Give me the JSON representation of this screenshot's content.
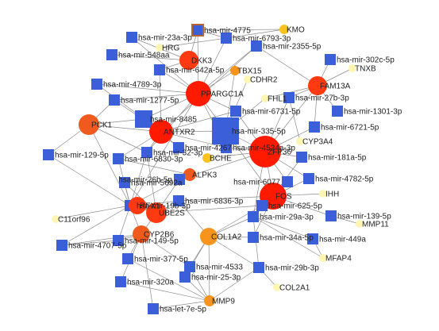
{
  "colors": {
    "mirna": "#3a5fd9",
    "gene_strong": "#ff1a00",
    "gene_high": "#ff3a10",
    "gene_mid": "#f05a1e",
    "gene_low": "#f7941d",
    "gene_lowest": "#f8c21f",
    "gene_pale": "#fff6b3",
    "edge": "#8c8c8c",
    "selected_outline": "#b5632f"
  },
  "nodes": [
    {
      "id": "hsa-mir-4775",
      "type": "mirna"
    },
    {
      "id": "hsa-mir-23a-3p",
      "type": "mirna"
    },
    {
      "id": "HRG",
      "type": "gene",
      "level": "pale"
    },
    {
      "id": "KMO",
      "type": "gene",
      "level": "lowest"
    },
    {
      "id": "hsa-mir-6793-3p",
      "type": "mirna"
    },
    {
      "id": "hsa-mir-2355-5p",
      "type": "mirna"
    },
    {
      "id": "hsa-mir-548aa",
      "type": "mirna"
    },
    {
      "id": "DKK3",
      "type": "gene",
      "level": "high"
    },
    {
      "id": "hsa-mir-642a-5p",
      "type": "mirna"
    },
    {
      "id": "hsa-mir-302c-5p",
      "type": "mirna"
    },
    {
      "id": "TNXB",
      "type": "gene",
      "level": "pale"
    },
    {
      "id": "TBX15",
      "type": "gene",
      "level": "low"
    },
    {
      "id": "CDHR2",
      "type": "gene",
      "level": "pale"
    },
    {
      "id": "hsa-mir-4789-3p",
      "type": "mirna"
    },
    {
      "id": "PPARGC1A",
      "type": "gene",
      "level": "strong"
    },
    {
      "id": "FAM13A",
      "type": "gene",
      "level": "high"
    },
    {
      "id": "hsa-mir-1277-5p",
      "type": "mirna"
    },
    {
      "id": "FHL1",
      "type": "gene",
      "level": "pale"
    },
    {
      "id": "hsa-mir-27b-3p",
      "type": "mirna"
    },
    {
      "id": "hsa-mir-1301-3p",
      "type": "mirna"
    },
    {
      "id": "hsa-mir-8485",
      "type": "mirna"
    },
    {
      "id": "hsa-mir-6731-5p",
      "type": "mirna"
    },
    {
      "id": "PCK1",
      "type": "gene",
      "level": "mid"
    },
    {
      "id": "ANTXR2",
      "type": "gene",
      "level": "strong"
    },
    {
      "id": "hsa-mir-335-5p",
      "type": "mirna"
    },
    {
      "id": "hsa-mir-6721-5p",
      "type": "mirna"
    },
    {
      "id": "CYP3A4",
      "type": "gene",
      "level": "pale"
    },
    {
      "id": "hsa-mir-4524a-3p",
      "type": "mirna"
    },
    {
      "id": "hsa-mir-4267",
      "type": "mirna"
    },
    {
      "id": "ZFP36",
      "type": "gene",
      "level": "strong"
    },
    {
      "id": "hsa-mir-129-5p",
      "type": "mirna"
    },
    {
      "id": "hsa-mir-32-3p",
      "type": "mirna"
    },
    {
      "id": "hsa-mir-6830-3p",
      "type": "mirna"
    },
    {
      "id": "BCHE",
      "type": "gene",
      "level": "lowest"
    },
    {
      "id": "hsa-mir-181a-5p",
      "type": "mirna"
    },
    {
      "id": "ALPK3",
      "type": "gene",
      "level": "mid"
    },
    {
      "id": "hsa-mir-26b-5p",
      "type": "mirna"
    },
    {
      "id": "hsa-mir-5692a",
      "type": "mirna"
    },
    {
      "id": "hsa-mir-6077",
      "type": "mirna"
    },
    {
      "id": "hsa-mir-4782-5p",
      "type": "mirna"
    },
    {
      "id": "IHH",
      "type": "gene",
      "level": "pale"
    },
    {
      "id": "FOS",
      "type": "gene",
      "level": "strong"
    },
    {
      "id": "hsa-mir-19b-3p",
      "type": "mirna"
    },
    {
      "id": "RFX1",
      "type": "gene",
      "level": "high"
    },
    {
      "id": "hsa-mir-6836-3p",
      "type": "mirna"
    },
    {
      "id": "UBE2S",
      "type": "gene",
      "level": "high"
    },
    {
      "id": "hsa-mir-625-5p",
      "type": "mirna"
    },
    {
      "id": "C11orf96",
      "type": "gene",
      "level": "pale"
    },
    {
      "id": "hsa-mir-29a-3p",
      "type": "mirna"
    },
    {
      "id": "hsa-mir-139-5p",
      "type": "mirna"
    },
    {
      "id": "MMP11",
      "type": "gene",
      "level": "pale"
    },
    {
      "id": "CYP2B6",
      "type": "gene",
      "level": "mid"
    },
    {
      "id": "COL1A2",
      "type": "gene",
      "level": "low"
    },
    {
      "id": "hsa-mir-149-5p",
      "type": "mirna"
    },
    {
      "id": "hsa-mir-4707-5p",
      "type": "mirna"
    },
    {
      "id": "hsa-mir-34a-5p",
      "type": "mirna"
    },
    {
      "id": "hsa-mir-449a",
      "type": "mirna"
    },
    {
      "id": "hsa-mir-377-5p",
      "type": "mirna"
    },
    {
      "id": "hsa-mir-4533",
      "type": "mirna"
    },
    {
      "id": "MFAP4",
      "type": "gene",
      "level": "pale"
    },
    {
      "id": "hsa-mir-29b-3p",
      "type": "mirna"
    },
    {
      "id": "hsa-mir-25-3p",
      "type": "mirna"
    },
    {
      "id": "hsa-mir-320a",
      "type": "mirna"
    },
    {
      "id": "COL2A1",
      "type": "gene",
      "level": "pale"
    },
    {
      "id": "MMP9",
      "type": "gene",
      "level": "low"
    },
    {
      "id": "hsa-let-7e-5p",
      "type": "mirna"
    }
  ],
  "edges": [
    [
      "hsa-mir-4775",
      "PPARGC1A"
    ],
    [
      "hsa-mir-4775",
      "KMO"
    ],
    [
      "hsa-mir-4775",
      "hsa-mir-6793-3p"
    ],
    [
      "hsa-mir-4775",
      "DKK3"
    ],
    [
      "hsa-mir-23a-3p",
      "PPARGC1A"
    ],
    [
      "hsa-mir-23a-3p",
      "DKK3"
    ],
    [
      "hsa-mir-548aa",
      "DKK3"
    ],
    [
      "HRG",
      "hsa-mir-6793-3p"
    ],
    [
      "KMO",
      "hsa-mir-6793-3p"
    ],
    [
      "hsa-mir-6793-3p",
      "PPARGC1A"
    ],
    [
      "hsa-mir-2355-5p",
      "PPARGC1A"
    ],
    [
      "hsa-mir-2355-5p",
      "FAM13A"
    ],
    [
      "hsa-mir-2355-5p",
      "ANTXR2"
    ],
    [
      "hsa-mir-642a-5p",
      "PPARGC1A"
    ],
    [
      "hsa-mir-642a-5p",
      "DKK3"
    ],
    [
      "hsa-mir-642a-5p",
      "ANTXR2"
    ],
    [
      "hsa-mir-302c-5p",
      "FAM13A"
    ],
    [
      "TNXB",
      "FAM13A"
    ],
    [
      "TBX15",
      "hsa-mir-335-5p"
    ],
    [
      "TBX15",
      "PPARGC1A"
    ],
    [
      "CDHR2",
      "hsa-mir-335-5p"
    ],
    [
      "hsa-mir-4789-3p",
      "PPARGC1A"
    ],
    [
      "hsa-mir-4789-3p",
      "ANTXR2"
    ],
    [
      "PPARGC1A",
      "hsa-mir-8485"
    ],
    [
      "PPARGC1A",
      "hsa-mir-1277-5p"
    ],
    [
      "PPARGC1A",
      "hsa-mir-6731-5p"
    ],
    [
      "PPARGC1A",
      "hsa-mir-335-5p"
    ],
    [
      "PPARGC1A",
      "hsa-mir-19b-3p"
    ],
    [
      "PPARGC1A",
      "hsa-mir-32-3p"
    ],
    [
      "PPARGC1A",
      "hsa-mir-4524a-3p"
    ],
    [
      "FAM13A",
      "hsa-mir-27b-3p"
    ],
    [
      "FAM13A",
      "hsa-mir-1301-3p"
    ],
    [
      "FAM13A",
      "hsa-mir-6721-5p"
    ],
    [
      "FAM13A",
      "ZFP36"
    ],
    [
      "FAM13A",
      "FHL1"
    ],
    [
      "hsa-mir-1277-5p",
      "ANTXR2"
    ],
    [
      "hsa-mir-1277-5p",
      "PCK1"
    ],
    [
      "FHL1",
      "hsa-mir-335-5p"
    ],
    [
      "hsa-mir-27b-3p",
      "ZFP36"
    ],
    [
      "hsa-mir-27b-3p",
      "CYP3A4"
    ],
    [
      "hsa-mir-8485",
      "ANTXR2"
    ],
    [
      "hsa-mir-8485",
      "PCK1"
    ],
    [
      "hsa-mir-8485",
      "hsa-mir-4267"
    ],
    [
      "hsa-mir-6731-5p",
      "ANTXR2"
    ],
    [
      "hsa-mir-6731-5p",
      "ZFP36"
    ],
    [
      "PCK1",
      "ANTXR2"
    ],
    [
      "PCK1",
      "hsa-mir-129-5p"
    ],
    [
      "PCK1",
      "hsa-mir-32-3p"
    ],
    [
      "PCK1",
      "hsa-mir-19b-3p"
    ],
    [
      "ANTXR2",
      "hsa-mir-335-5p"
    ],
    [
      "ANTXR2",
      "hsa-mir-4524a-3p"
    ],
    [
      "ANTXR2",
      "hsa-mir-4267"
    ],
    [
      "ANTXR2",
      "hsa-mir-32-3p"
    ],
    [
      "ANTXR2",
      "hsa-mir-6830-3p"
    ],
    [
      "hsa-mir-335-5p",
      "ZFP36"
    ],
    [
      "hsa-mir-335-5p",
      "hsa-mir-4524a-3p"
    ],
    [
      "hsa-mir-335-5p",
      "FOS"
    ],
    [
      "hsa-mir-6721-5p",
      "ZFP36"
    ],
    [
      "hsa-mir-4524a-3p",
      "ZFP36"
    ],
    [
      "ZFP36",
      "hsa-mir-181a-5p"
    ],
    [
      "ZFP36",
      "hsa-mir-6077"
    ],
    [
      "ZFP36",
      "hsa-mir-4782-5p"
    ],
    [
      "ZFP36",
      "FOS"
    ],
    [
      "ZFP36",
      "BCHE"
    ],
    [
      "ZFP36",
      "hsa-mir-26b-5p"
    ],
    [
      "ZFP36",
      "hsa-mir-29a-3p"
    ],
    [
      "hsa-mir-129-5p",
      "hsa-mir-19b-3p"
    ],
    [
      "hsa-mir-32-3p",
      "hsa-mir-19b-3p"
    ],
    [
      "hsa-mir-32-3p",
      "UBE2S"
    ],
    [
      "hsa-mir-6830-3p",
      "hsa-mir-19b-3p"
    ],
    [
      "hsa-mir-6830-3p",
      "ALPK3"
    ],
    [
      "hsa-mir-26b-5p",
      "ALPK3"
    ],
    [
      "hsa-mir-26b-5p",
      "hsa-mir-19b-3p"
    ],
    [
      "hsa-mir-26b-5p",
      "UBE2S"
    ],
    [
      "hsa-mir-5692a",
      "hsa-mir-19b-3p"
    ],
    [
      "hsa-mir-5692a",
      "UBE2S"
    ],
    [
      "hsa-mir-181a-5p",
      "FOS"
    ],
    [
      "hsa-mir-6077",
      "FOS"
    ],
    [
      "hsa-mir-4782-5p",
      "FOS"
    ],
    [
      "IHH",
      "FOS"
    ],
    [
      "FOS",
      "hsa-mir-625-5p"
    ],
    [
      "FOS",
      "hsa-mir-6836-3p"
    ],
    [
      "FOS",
      "hsa-mir-29a-3p"
    ],
    [
      "FOS",
      "hsa-mir-139-5p"
    ],
    [
      "FOS",
      "hsa-mir-34a-5p"
    ],
    [
      "hsa-mir-19b-3p",
      "RFX1"
    ],
    [
      "hsa-mir-19b-3p",
      "C11orf96"
    ],
    [
      "hsa-mir-19b-3p",
      "UBE2S"
    ],
    [
      "hsa-mir-19b-3p",
      "CYP2B6"
    ],
    [
      "hsa-mir-19b-3p",
      "hsa-mir-149-5p"
    ],
    [
      "hsa-mir-19b-3p",
      "hsa-mir-4707-5p"
    ],
    [
      "RFX1",
      "UBE2S"
    ],
    [
      "RFX1",
      "hsa-mir-6836-3p"
    ],
    [
      "UBE2S",
      "hsa-mir-6836-3p"
    ],
    [
      "UBE2S",
      "hsa-mir-625-5p"
    ],
    [
      "UBE2S",
      "CYP2B6"
    ],
    [
      "hsa-mir-625-5p",
      "COL1A2"
    ],
    [
      "hsa-mir-625-5p",
      "hsa-mir-29a-3p"
    ],
    [
      "hsa-mir-29a-3p",
      "COL1A2"
    ],
    [
      "hsa-mir-29a-3p",
      "hsa-mir-449a"
    ],
    [
      "hsa-mir-29a-3p",
      "MFAP4"
    ],
    [
      "hsa-mir-29a-3p",
      "hsa-mir-29b-3p"
    ],
    [
      "hsa-mir-139-5p",
      "MMP11"
    ],
    [
      "hsa-mir-449a",
      "MFAP4"
    ],
    [
      "COL1A2",
      "hsa-mir-34a-5p"
    ],
    [
      "COL1A2",
      "hsa-mir-4533"
    ],
    [
      "COL1A2",
      "hsa-mir-25-3p"
    ],
    [
      "COL1A2",
      "hsa-mir-29b-3p"
    ],
    [
      "COL1A2",
      "MMP9"
    ],
    [
      "COL1A2",
      "hsa-mir-6836-3p"
    ],
    [
      "CYP2B6",
      "hsa-mir-149-5p"
    ],
    [
      "CYP2B6",
      "hsa-mir-377-5p"
    ],
    [
      "CYP2B6",
      "hsa-mir-4707-5p"
    ],
    [
      "CYP2B6",
      "hsa-mir-320a"
    ],
    [
      "CYP2B6",
      "hsa-mir-4533"
    ],
    [
      "CYP2B6",
      "hsa-let-7e-5p"
    ],
    [
      "hsa-mir-149-5p",
      "hsa-mir-4707-5p"
    ],
    [
      "hsa-mir-29b-3p",
      "COL2A1"
    ],
    [
      "hsa-mir-29b-3p",
      "MMP9"
    ],
    [
      "hsa-mir-25-3p",
      "MMP9"
    ],
    [
      "hsa-mir-320a",
      "MMP9"
    ],
    [
      "hsa-let-7e-5p",
      "MMP9"
    ],
    [
      "hsa-mir-377-5p",
      "MMP9"
    ],
    [
      "hsa-mir-4533",
      "MMP9"
    ]
  ]
}
